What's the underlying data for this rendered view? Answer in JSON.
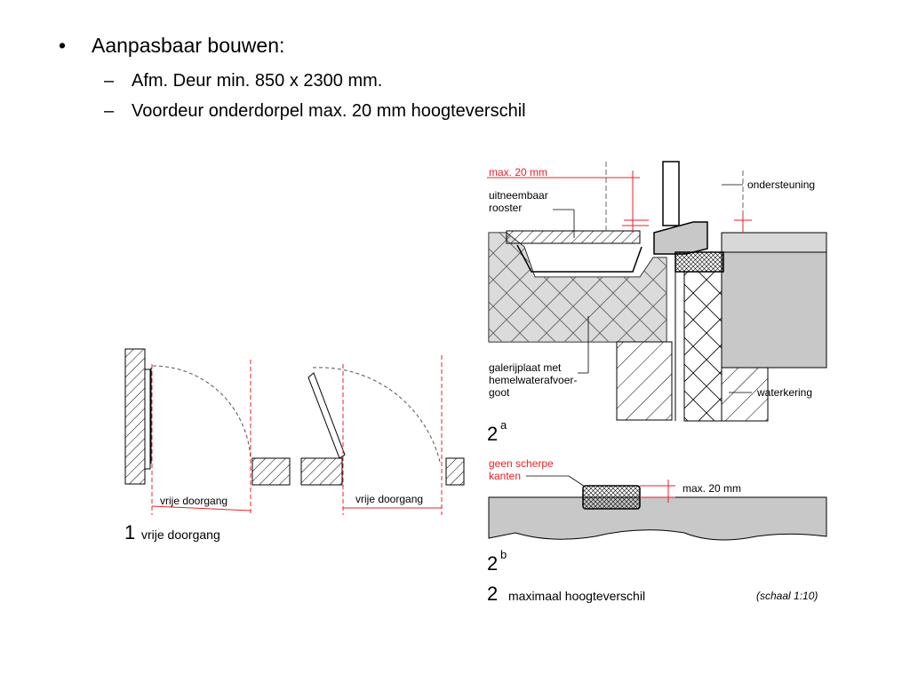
{
  "slide": {
    "bullet_symbol": "•",
    "dash_symbol": "–",
    "title": "Aanpasbaar bouwen:",
    "sub_items": [
      "Afm. Deur min. 850 x 2300 mm.",
      "Voordeur onderdorpel max. 20 mm hoogteverschil"
    ]
  },
  "figure1": {
    "number": "1",
    "caption": "vrije doorgang",
    "dimension_label_left": "vrije doorgang",
    "dimension_label_right": "vrije doorgang"
  },
  "figure2": {
    "number": "2",
    "caption": "maximaal hoogteverschil",
    "scale": "(schaal 1:10)",
    "sub_a": {
      "number": "2",
      "superscript": "a",
      "label_max": "max. 20 mm",
      "label_rooster": [
        "uitneembaar",
        "rooster"
      ],
      "label_ondersteuning": "ondersteuning",
      "label_galerijplaat": [
        "galerijplaat met",
        "hemelwaterafvoer-",
        "goot"
      ],
      "label_waterkering": "waterkering"
    },
    "sub_b": {
      "number": "2",
      "superscript": "b",
      "label_scherpe": [
        "geen scherpe",
        "kanten"
      ],
      "label_max": "max. 20 mm"
    }
  },
  "colors": {
    "accent_red": "#e8202a",
    "concrete_gray": "#c8c8c8",
    "line": "#000000"
  }
}
